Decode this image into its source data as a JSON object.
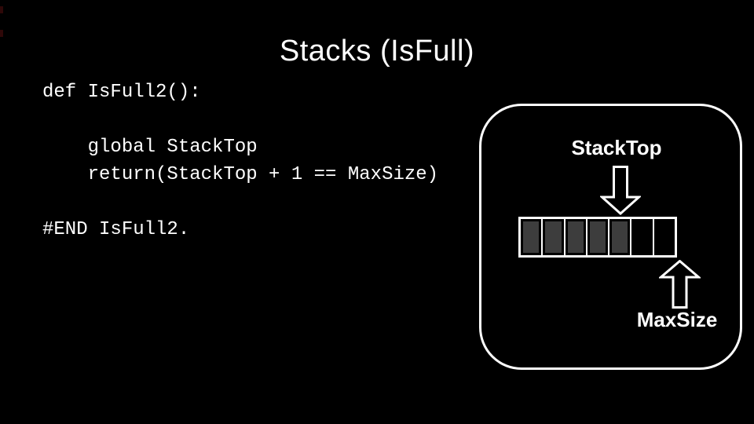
{
  "slide": {
    "title": "Stacks (IsFull)",
    "code": [
      "def IsFull2():",
      "",
      "    global StackTop",
      "    return(StackTop + 1 == MaxSize)",
      "",
      "#END IsFull2."
    ],
    "diagram": {
      "stack_top_label": "StackTop",
      "max_size_label": "MaxSize",
      "down_arrow_icon": "block-arrow-down",
      "up_arrow_icon": "block-arrow-up",
      "stack": {
        "cell_count": 7,
        "cells": [
          {
            "filled": true
          },
          {
            "filled": true
          },
          {
            "filled": true
          },
          {
            "filled": true
          },
          {
            "filled": true
          },
          {
            "filled": false
          },
          {
            "filled": false
          }
        ],
        "filled_color": "#3d3d3d",
        "outline_color": "#ffffff"
      }
    },
    "colors": {
      "background": "#000000",
      "text": "#ffffff",
      "edge_artifact": "#2e0808"
    }
  }
}
